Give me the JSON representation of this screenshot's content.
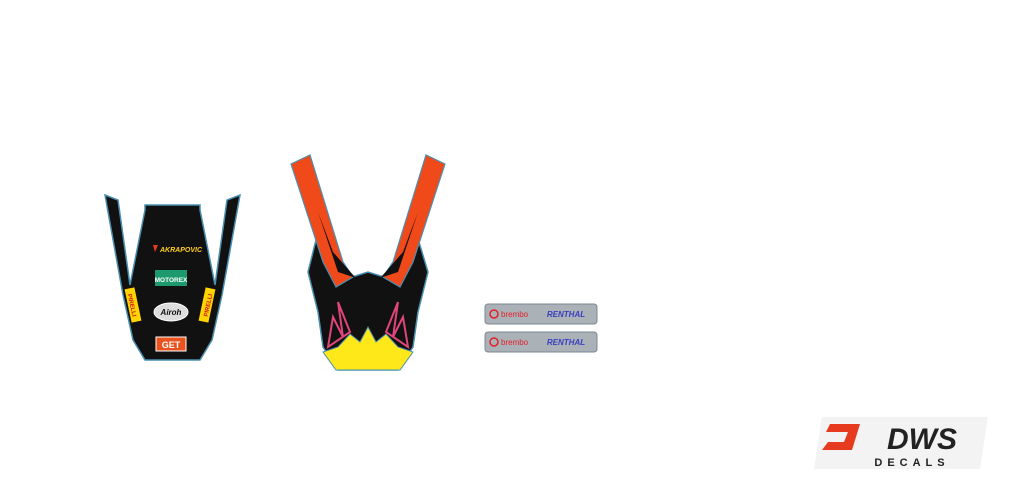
{
  "colors": {
    "black": "#111111",
    "orange": "#f04a1a",
    "yellow": "#ffe81a",
    "pink": "#e0457a",
    "pirelli_yellow": "#ffd400",
    "pirelli_red": "#d4151b",
    "motorex_green": "#1c9a6e",
    "get_orange": "#e9531e",
    "sticker_gray": "#aab2b8",
    "brembo_red": "#e4202b",
    "renthal_blue": "#3a3fbf",
    "brand_red": "#e63b1e",
    "brand_dark": "#222222"
  },
  "rear_fender": {
    "logos": {
      "akrapovic": "AKRAPOVIC",
      "motorex": "MOTOREX",
      "airoh": "Airoh",
      "pirelli": "PIRELLI",
      "get": "GET"
    }
  },
  "stickers": [
    {
      "brand_a": "brembo",
      "brand_b": "RENTHAL"
    },
    {
      "brand_a": "brembo",
      "brand_b": "RENTHAL"
    }
  ],
  "brand": {
    "name": "DWS",
    "tagline": "DECALS"
  }
}
